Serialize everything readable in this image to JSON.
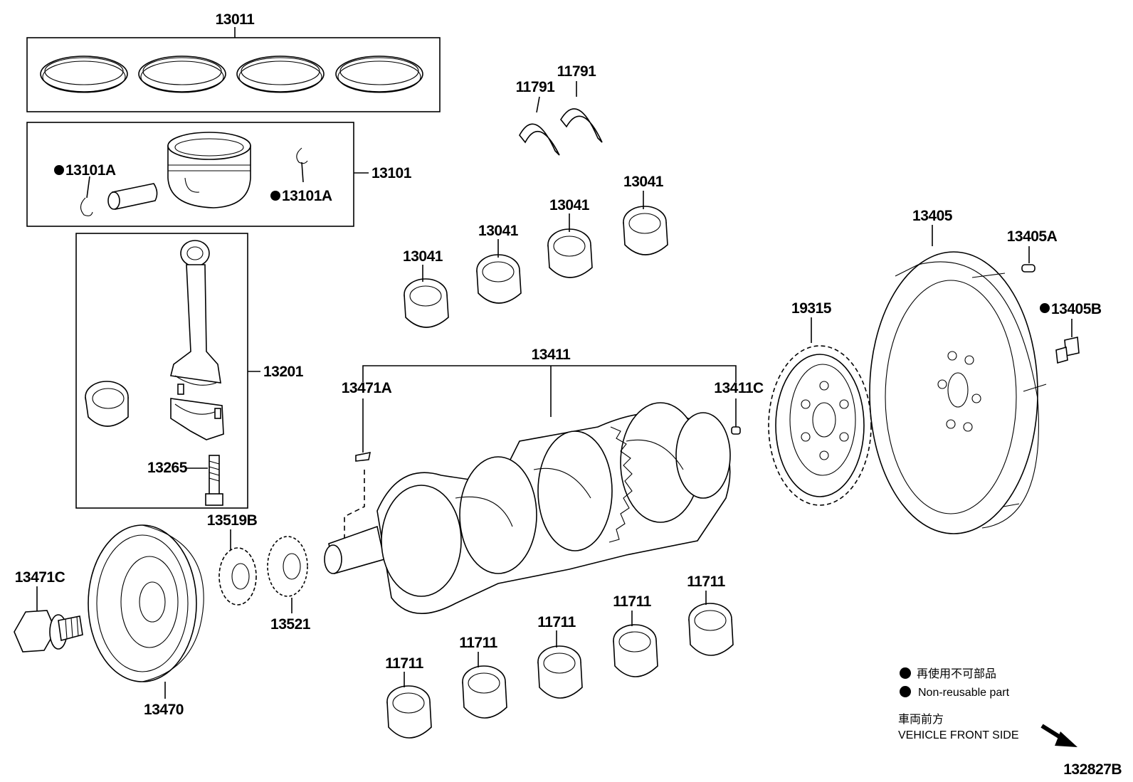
{
  "diagram_id": "132827B",
  "parts": {
    "piston_ring_set": "13011",
    "piston_sub_assembly": "13101",
    "piston_pin_snap_ring_left": "13101A",
    "piston_pin_snap_ring_right": "13101A",
    "connecting_rod": "13201",
    "connecting_rod_bolt": "13265",
    "connecting_rod_bearing_1": "13041",
    "connecting_rod_bearing_2": "13041",
    "connecting_rod_bearing_3": "13041",
    "connecting_rod_bearing_4": "13041",
    "thrust_washer_left": "11791",
    "thrust_washer_right": "11791",
    "crankshaft": "13411",
    "crankshaft_key": "13471A",
    "crankshaft_pin": "13411C",
    "timing_rotor": "19315",
    "drive_plate": "13405",
    "drive_plate_pin": "13405A",
    "drive_plate_bolt": "13405B",
    "crankshaft_pulley_bolt": "13471C",
    "crankshaft_pulley": "13470",
    "crank_angle_sensor_plate": "13519B",
    "crankshaft_timing_gear": "13521",
    "main_bearing_1": "11711",
    "main_bearing_2": "11711",
    "main_bearing_3": "11711",
    "main_bearing_4": "11711",
    "main_bearing_5": "11711"
  },
  "legend": {
    "non_reusable_jp": "再使用不可部品",
    "non_reusable_en": "Non-reusable part",
    "front_jp": "車両前方",
    "front_en": "VEHICLE FRONT SIDE"
  },
  "colors": {
    "ink": "#000000",
    "background": "#ffffff"
  }
}
